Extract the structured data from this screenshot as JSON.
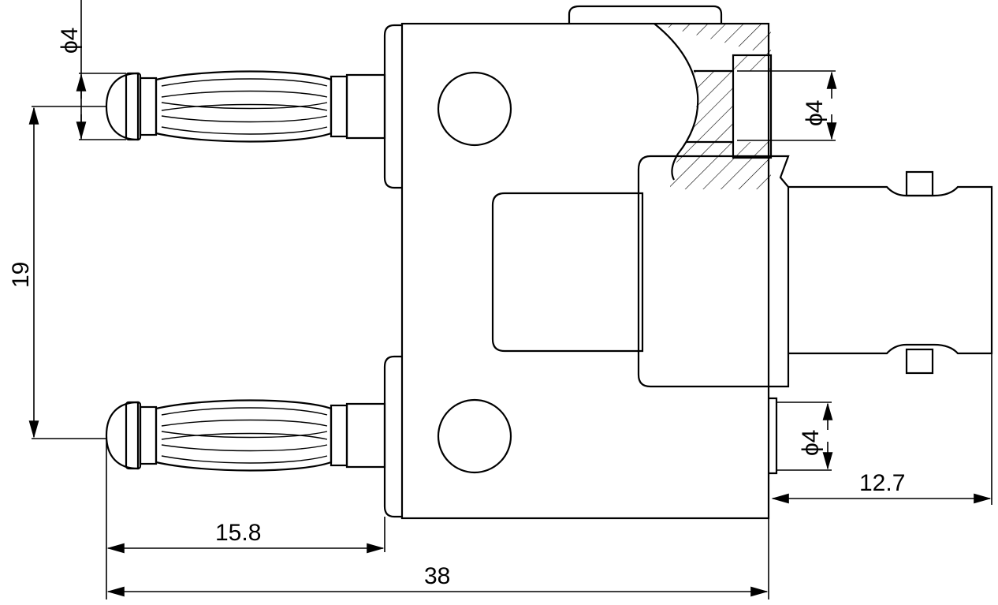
{
  "drawing": {
    "dimensions": {
      "top_plug_diameter": "ϕ4",
      "plug_spacing": "19",
      "plug_length": "15.8",
      "total_length": "38",
      "bnc_length": "12.7",
      "hole_diameter": "ϕ4",
      "bottom_pin_diameter": "ϕ4"
    }
  }
}
